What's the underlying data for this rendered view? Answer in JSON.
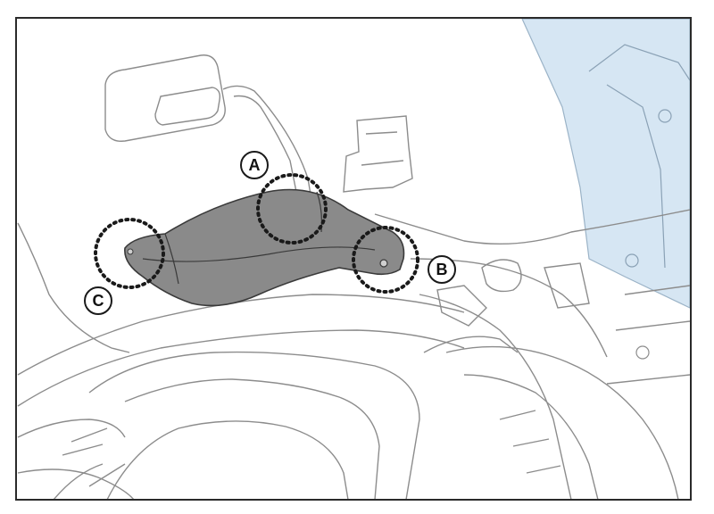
{
  "colors": {
    "frame": "#2a2a2a",
    "line_art": "#8c8c8c",
    "background": "#ffffff",
    "windscreen_tint": "#d6e6f3",
    "handguard_fill": "#8a8a8a",
    "handguard_outline": "#3a3a3a",
    "callout_ring": "#1a1a1a"
  },
  "callouts": [
    {
      "id": "a",
      "label": "A"
    },
    {
      "id": "b",
      "label": "B"
    },
    {
      "id": "c",
      "label": "C"
    }
  ],
  "icons": {
    "mirror": "mirror-icon",
    "handguard": "handguard-icon",
    "attachment_point": "dotted-circle-icon"
  }
}
